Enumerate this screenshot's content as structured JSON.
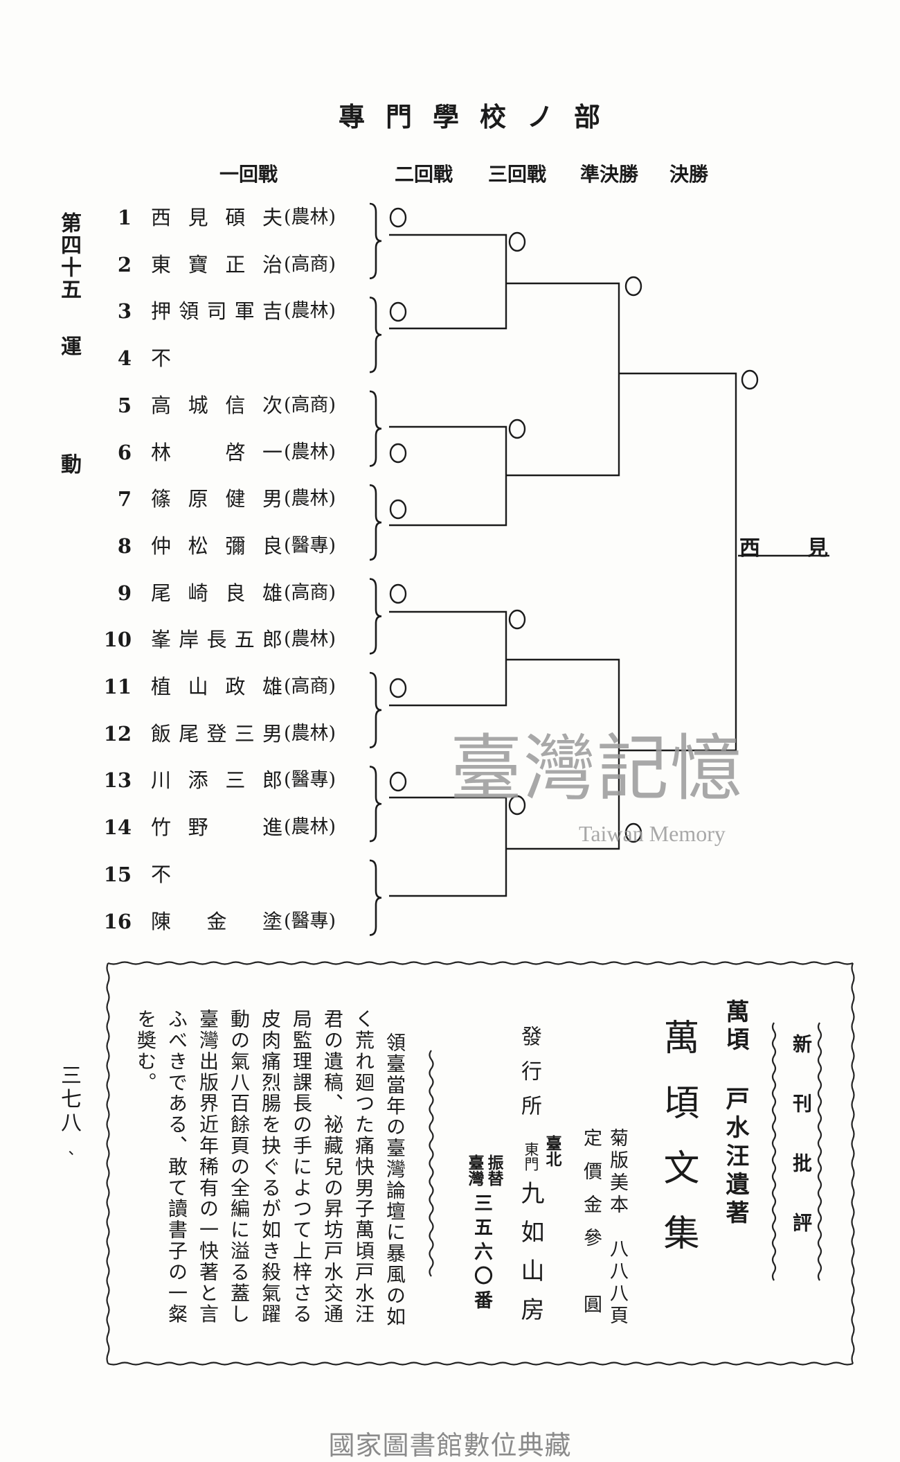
{
  "title": "專門學校ノ部",
  "rounds": [
    "一回戰",
    "二回戰",
    "三回戰",
    "準決勝",
    "決勝"
  ],
  "margin": {
    "event": "第四十五",
    "sport_1": "運",
    "sport_2": "動",
    "page_number": "三七八",
    "page_mark": "、"
  },
  "entrants": [
    {
      "no": "1",
      "name": "西見碩夫",
      "school": "(農林)"
    },
    {
      "no": "2",
      "name": "東寶正治",
      "school": "(高商)"
    },
    {
      "no": "3",
      "name": "押領司軍吉",
      "school": "(農林)"
    },
    {
      "no": "4",
      "name": "不",
      "school": ""
    },
    {
      "no": "5",
      "name": "高城信次",
      "school": "(高商)"
    },
    {
      "no": "6",
      "name": "林　啓一",
      "school": "(農林)"
    },
    {
      "no": "7",
      "name": "篠原健男",
      "school": "(農林)"
    },
    {
      "no": "8",
      "name": "仲松彌良",
      "school": "(醫專)"
    },
    {
      "no": "9",
      "name": "尾崎良雄",
      "school": "(高商)"
    },
    {
      "no": "10",
      "name": "峯岸長五郎",
      "school": "(農林)"
    },
    {
      "no": "11",
      "name": "植山政雄",
      "school": "(高商)"
    },
    {
      "no": "12",
      "name": "飯尾登三男",
      "school": "(農林)"
    },
    {
      "no": "13",
      "name": "川添三郎",
      "school": "(醫專)"
    },
    {
      "no": "14",
      "name": "竹野　進",
      "school": "(農林)"
    },
    {
      "no": "15",
      "name": "不",
      "school": ""
    },
    {
      "no": "16",
      "name": "陳　金　塗",
      "school": "(醫專)"
    }
  ],
  "winner": {
    "char_1": "西",
    "char_2": "見"
  },
  "ad": {
    "label": "新刊批評",
    "author_1": "萬頃",
    "author_2": "戸水汪遺著",
    "book_title": "萬頃文集",
    "format": "菊版美本　八八八頁",
    "price": "定價金參　圓",
    "publisher_label": "發行所",
    "address_1": "臺北",
    "address_2": "東門",
    "publisher_name": "九如山房",
    "transfer_1": "振替",
    "transfer_2": "臺灣",
    "transfer_number": "三五六〇番",
    "body": [
      "領臺當年の臺灣論壇に暴風の如",
      "く荒れ廻つた痛快男子萬頃戸水汪",
      "君の遺稿、祕藏兒の昇坊戸水交通",
      "局監理課長の手によつて上梓さる",
      "皮肉痛烈腸を抉ぐるが如き殺氣躍",
      "動の氣八百餘頁の全編に溢る蓋し",
      "臺灣出版界近年稀有の一快著と言",
      "ふべきである、敢て讀書子の一粲",
      "を奬む。"
    ]
  },
  "watermark": {
    "cn": "臺灣記憶",
    "en": "Taiwan Memory"
  },
  "footer": "國家圖書館數位典藏"
}
